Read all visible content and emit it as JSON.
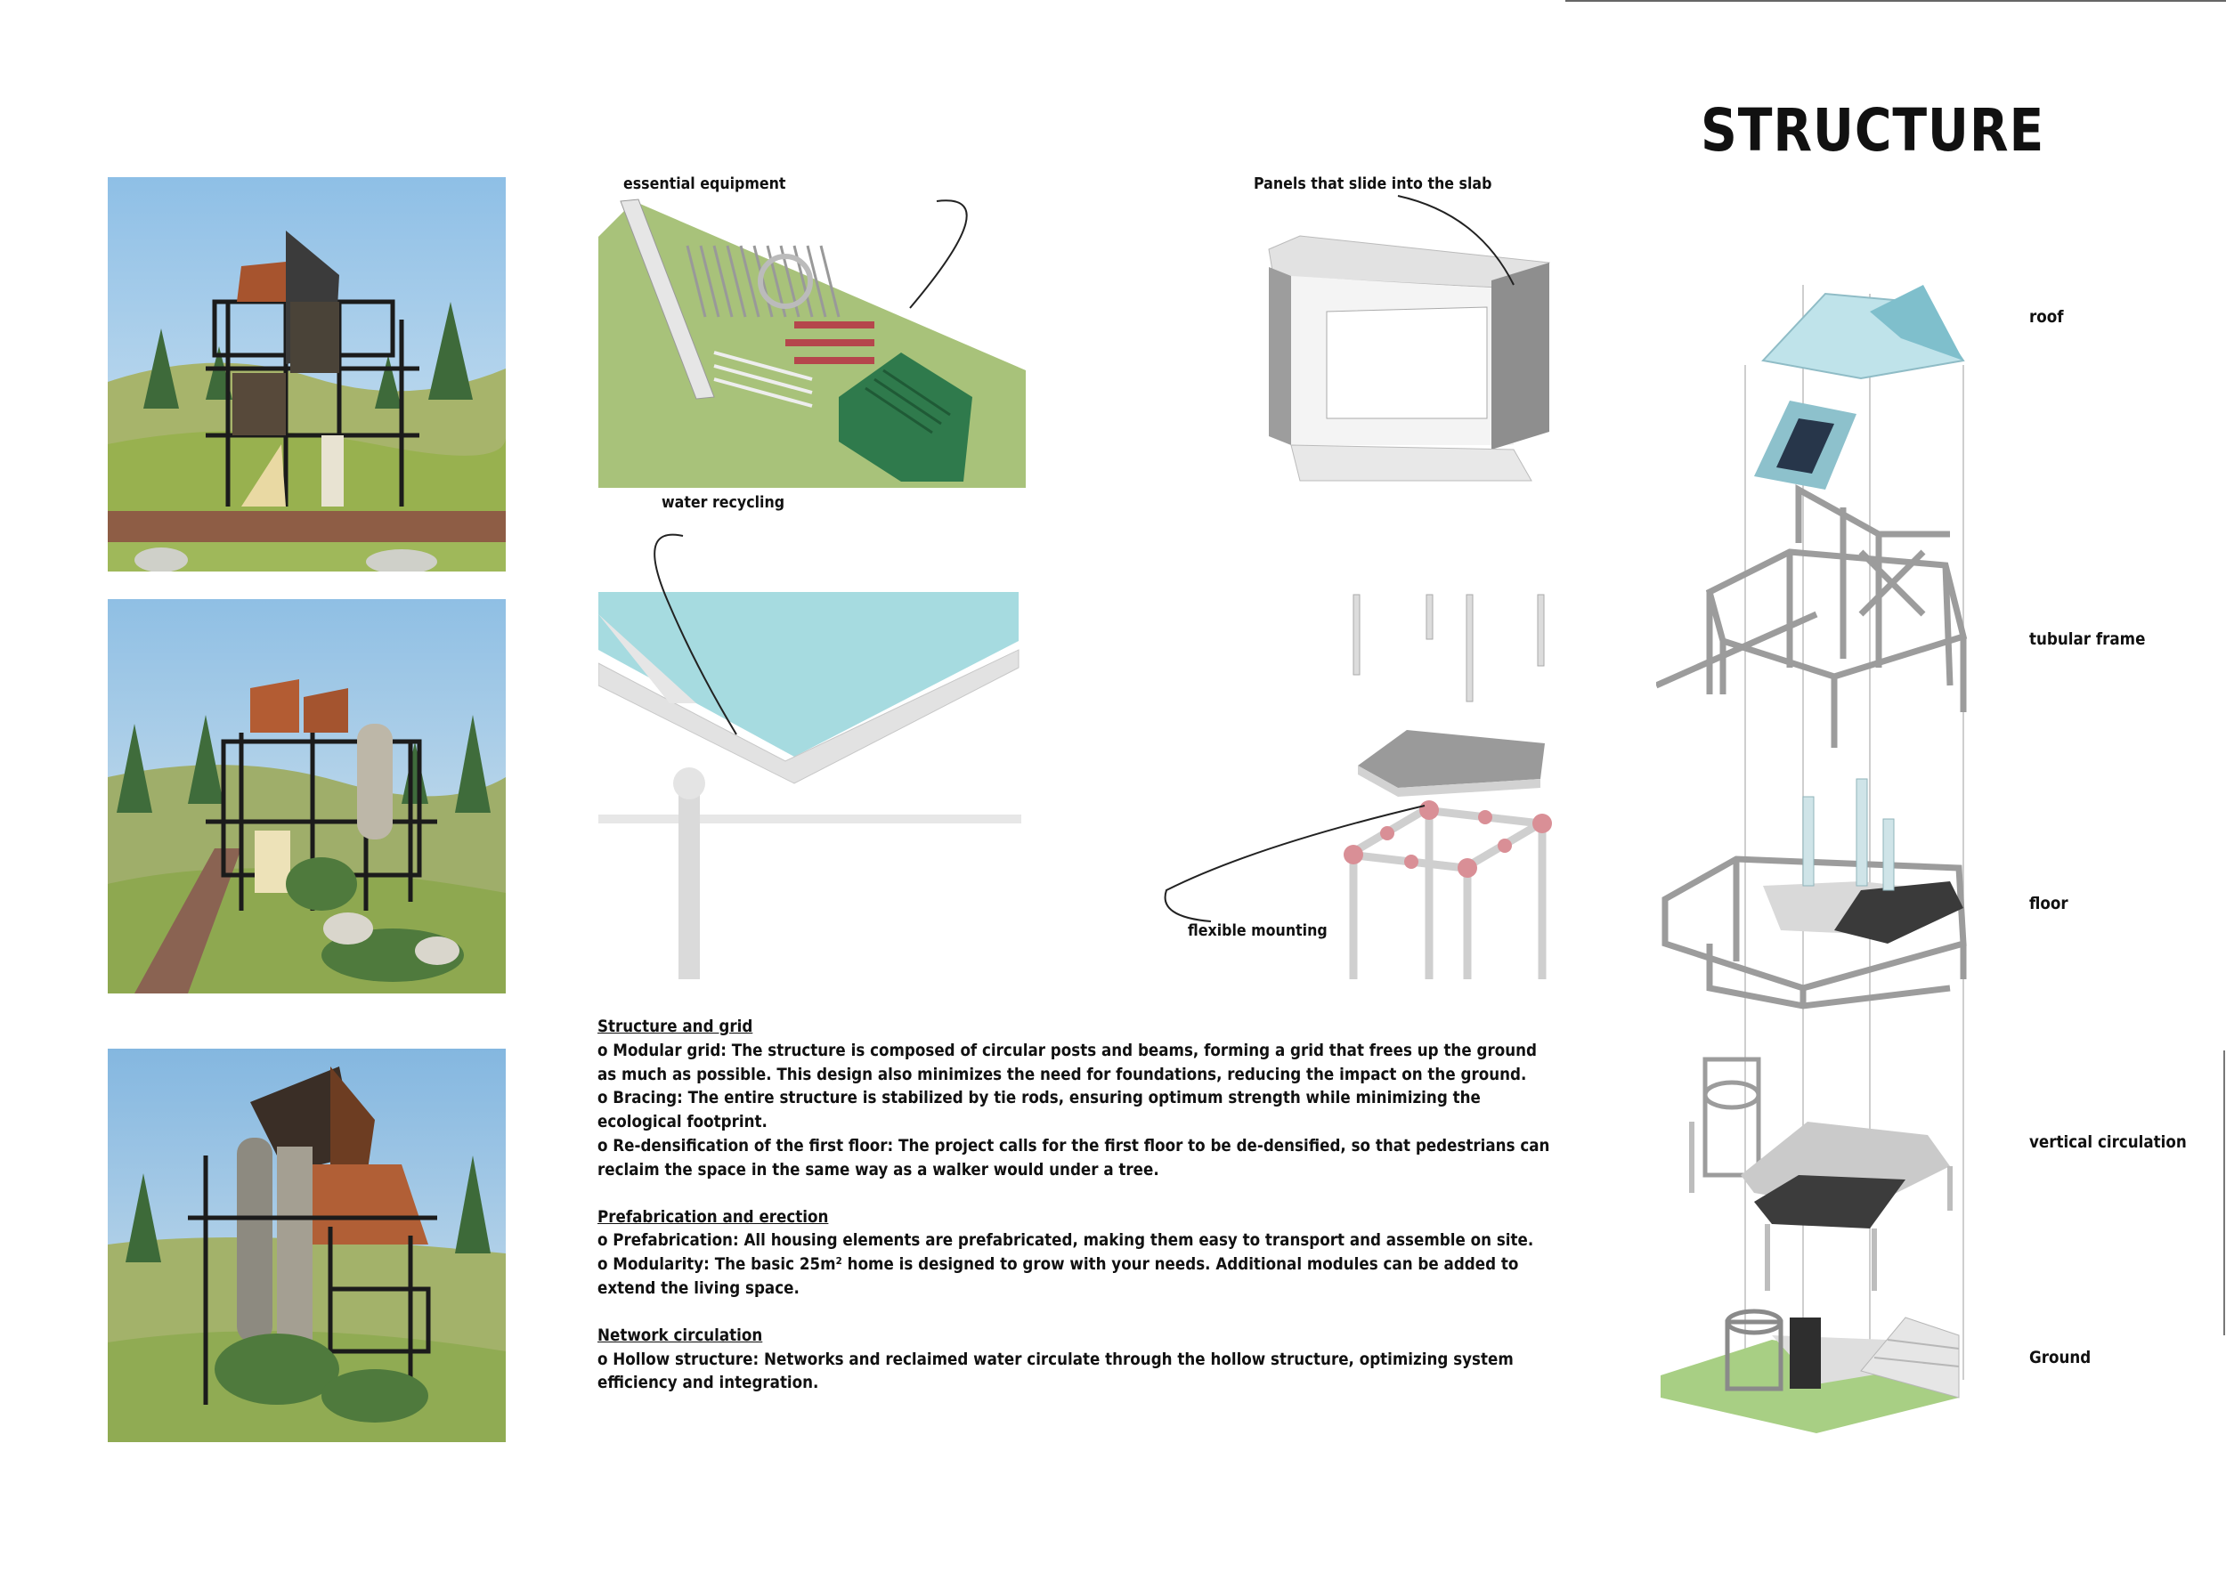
{
  "title": "STRUCTURE",
  "callouts": {
    "essential_equipment": "essential equipment",
    "panels": "Panels that slide into the slab",
    "water_recycling": "water recycling",
    "flexible_mounting": "flexible mounting"
  },
  "layers": [
    {
      "label": "roof"
    },
    {
      "label": "tubular frame"
    },
    {
      "label": "floor"
    },
    {
      "label": "vertical circulation"
    },
    {
      "label": "Ground"
    }
  ],
  "sections": [
    {
      "heading": "Structure and grid",
      "bullets": [
        "o Modular grid: The structure is composed of circular posts and beams, forming a grid that frees up the ground as much as possible. This design also minimizes the need for foundations, reducing the impact on the ground.",
        "o Bracing: The entire structure is stabilized by tie rods, ensuring optimum strength while minimizing the ecological footprint.",
        "o Re-densification of the first floor: The project calls for the first floor to be de-densified, so that pedestrians can reclaim the space in the same way as a walker would under a tree."
      ]
    },
    {
      "heading": "Prefabrication and erection",
      "bullets": [
        "o Prefabrication: All housing elements are prefabricated, making them easy to transport and assemble on site.",
        "o Modularity: The basic 25m² home is designed to grow with your needs. Additional modules can be added to extend the living space."
      ]
    },
    {
      "heading": "Network circulation",
      "bullets": [
        "o Hollow structure: Networks and reclaimed water circulate through the hollow structure, optimizing system efficiency and integration."
      ]
    }
  ],
  "colors": {
    "sky": "#9cc6e6",
    "grass": "#9bb65a",
    "water": "#a6dbe0",
    "frame": "#c9ccce",
    "joint": "#d98f96",
    "container": "#2f7a4c"
  }
}
